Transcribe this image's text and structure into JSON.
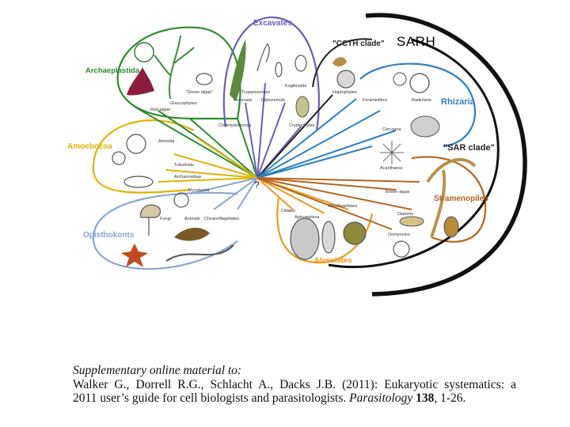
{
  "label_sarh": "SARH",
  "clades": {
    "excavates": {
      "label": "Excavates",
      "color": "#6a5fb5"
    },
    "archaeplastida": {
      "label": "Archaeplastida",
      "color": "#2e8b2e"
    },
    "ccth": {
      "label": "\"CCTH clade\"",
      "color": "#222222"
    },
    "rhizaria": {
      "label": "Rhizaria",
      "color": "#2f7fc1"
    },
    "sar": {
      "label": "\"SAR clade\"",
      "color": "#222222"
    },
    "amoebozoa": {
      "label": "Amoebozoa",
      "color": "#e0b400"
    },
    "stramenopiles": {
      "label": "Stramenopiles",
      "color": "#b5651d"
    },
    "opisthokonts": {
      "label": "Opisthokonts",
      "color": "#8aa6d0"
    },
    "alveolates": {
      "label": "Alveolates",
      "color": "#e89a1c"
    }
  },
  "root_label": "?",
  "organisms": {
    "fornicata": "Fornicata",
    "trypanosomes": "Trypanosomes",
    "diplonemids": "Diplonemids",
    "euglenoids": "Euglenoids",
    "glaucophytes": "Glaucophytes",
    "green_algae": "\"Green algae\"",
    "red_algae": "Red algae",
    "chlamydomonas": "Chlamydomonas",
    "haptophytes": "Haptophytes",
    "cryptophytes": "Cryptophytes",
    "rad_foraminifera": "Radiolaria",
    "foraminifera": "Foraminifera",
    "cercozoa": "Cercozoa",
    "acantharea": "Acantharea",
    "amoeba": "Amoeba",
    "tubulinids": "Tubulinids",
    "archamoebae": "Archamoebae",
    "mycetozoa": "Mycetozoa",
    "choanoflagellates": "Choanoflagellates",
    "fungi": "Fungi",
    "animals": "Animals",
    "ciliates": "Ciliates",
    "dinoflagellates": "Dinoflagellates",
    "apicomplexa": "Apicomplexa",
    "diatoms": "Diatoms",
    "brown_algae": "Brown algae",
    "oomycetes": "Oomycetes"
  },
  "citation": {
    "line1": "Supplementary online material to:",
    "line2": "Walker G., Dorrell R.G., Schlacht A., Dacks J.B. (2011): Eukaryotic systematics: a",
    "line3_pre": "2011 user’s guide for cell biologists and parasitologists.",
    "journal": "Parasitology",
    "volume": "138",
    "pages": ", 1-26."
  }
}
